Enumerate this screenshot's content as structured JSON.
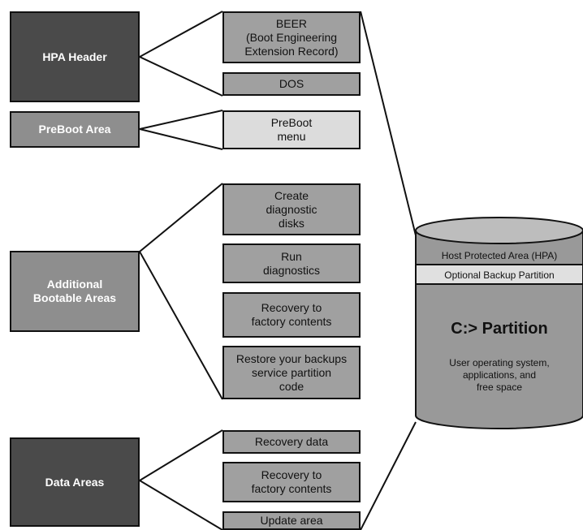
{
  "left_boxes": {
    "hpa_header": "HPA Header",
    "preboot_area": "PreBoot Area",
    "additional_bootable": "Additional\nBootable Areas",
    "data_areas": "Data Areas"
  },
  "right_boxes": {
    "beer": "BEER\n(Boot Engineering\nExtension Record)",
    "dos": "DOS",
    "preboot_menu": "PreBoot\nmenu",
    "create_diag": "Create\ndiagnostic\ndisks",
    "run_diag": "Run\ndiagnostics",
    "recovery_factory_1": "Recovery to\nfactory contents",
    "restore_backups": "Restore your backups\nservice partition\ncode",
    "recovery_data": "Recovery data",
    "recovery_factory_2": "Recovery to\nfactory contents",
    "update_area": "Update area"
  },
  "cylinder": {
    "hpa_label": "Host Protected Area (HPA)",
    "backup_label": "Optional Backup Partition",
    "partition_title": "C:> Partition",
    "partition_desc_1": "User operating system,",
    "partition_desc_2": "applications, and",
    "partition_desc_3": "free space"
  },
  "colors": {
    "dark_box": "#4a4a4a",
    "mid_box": "#8e8e8e",
    "right_box": "#a0a0a0",
    "light_box": "#dcdcdc",
    "cylinder_body": "#999999",
    "backup_band": "#e0e0e0",
    "line": "#111111"
  }
}
